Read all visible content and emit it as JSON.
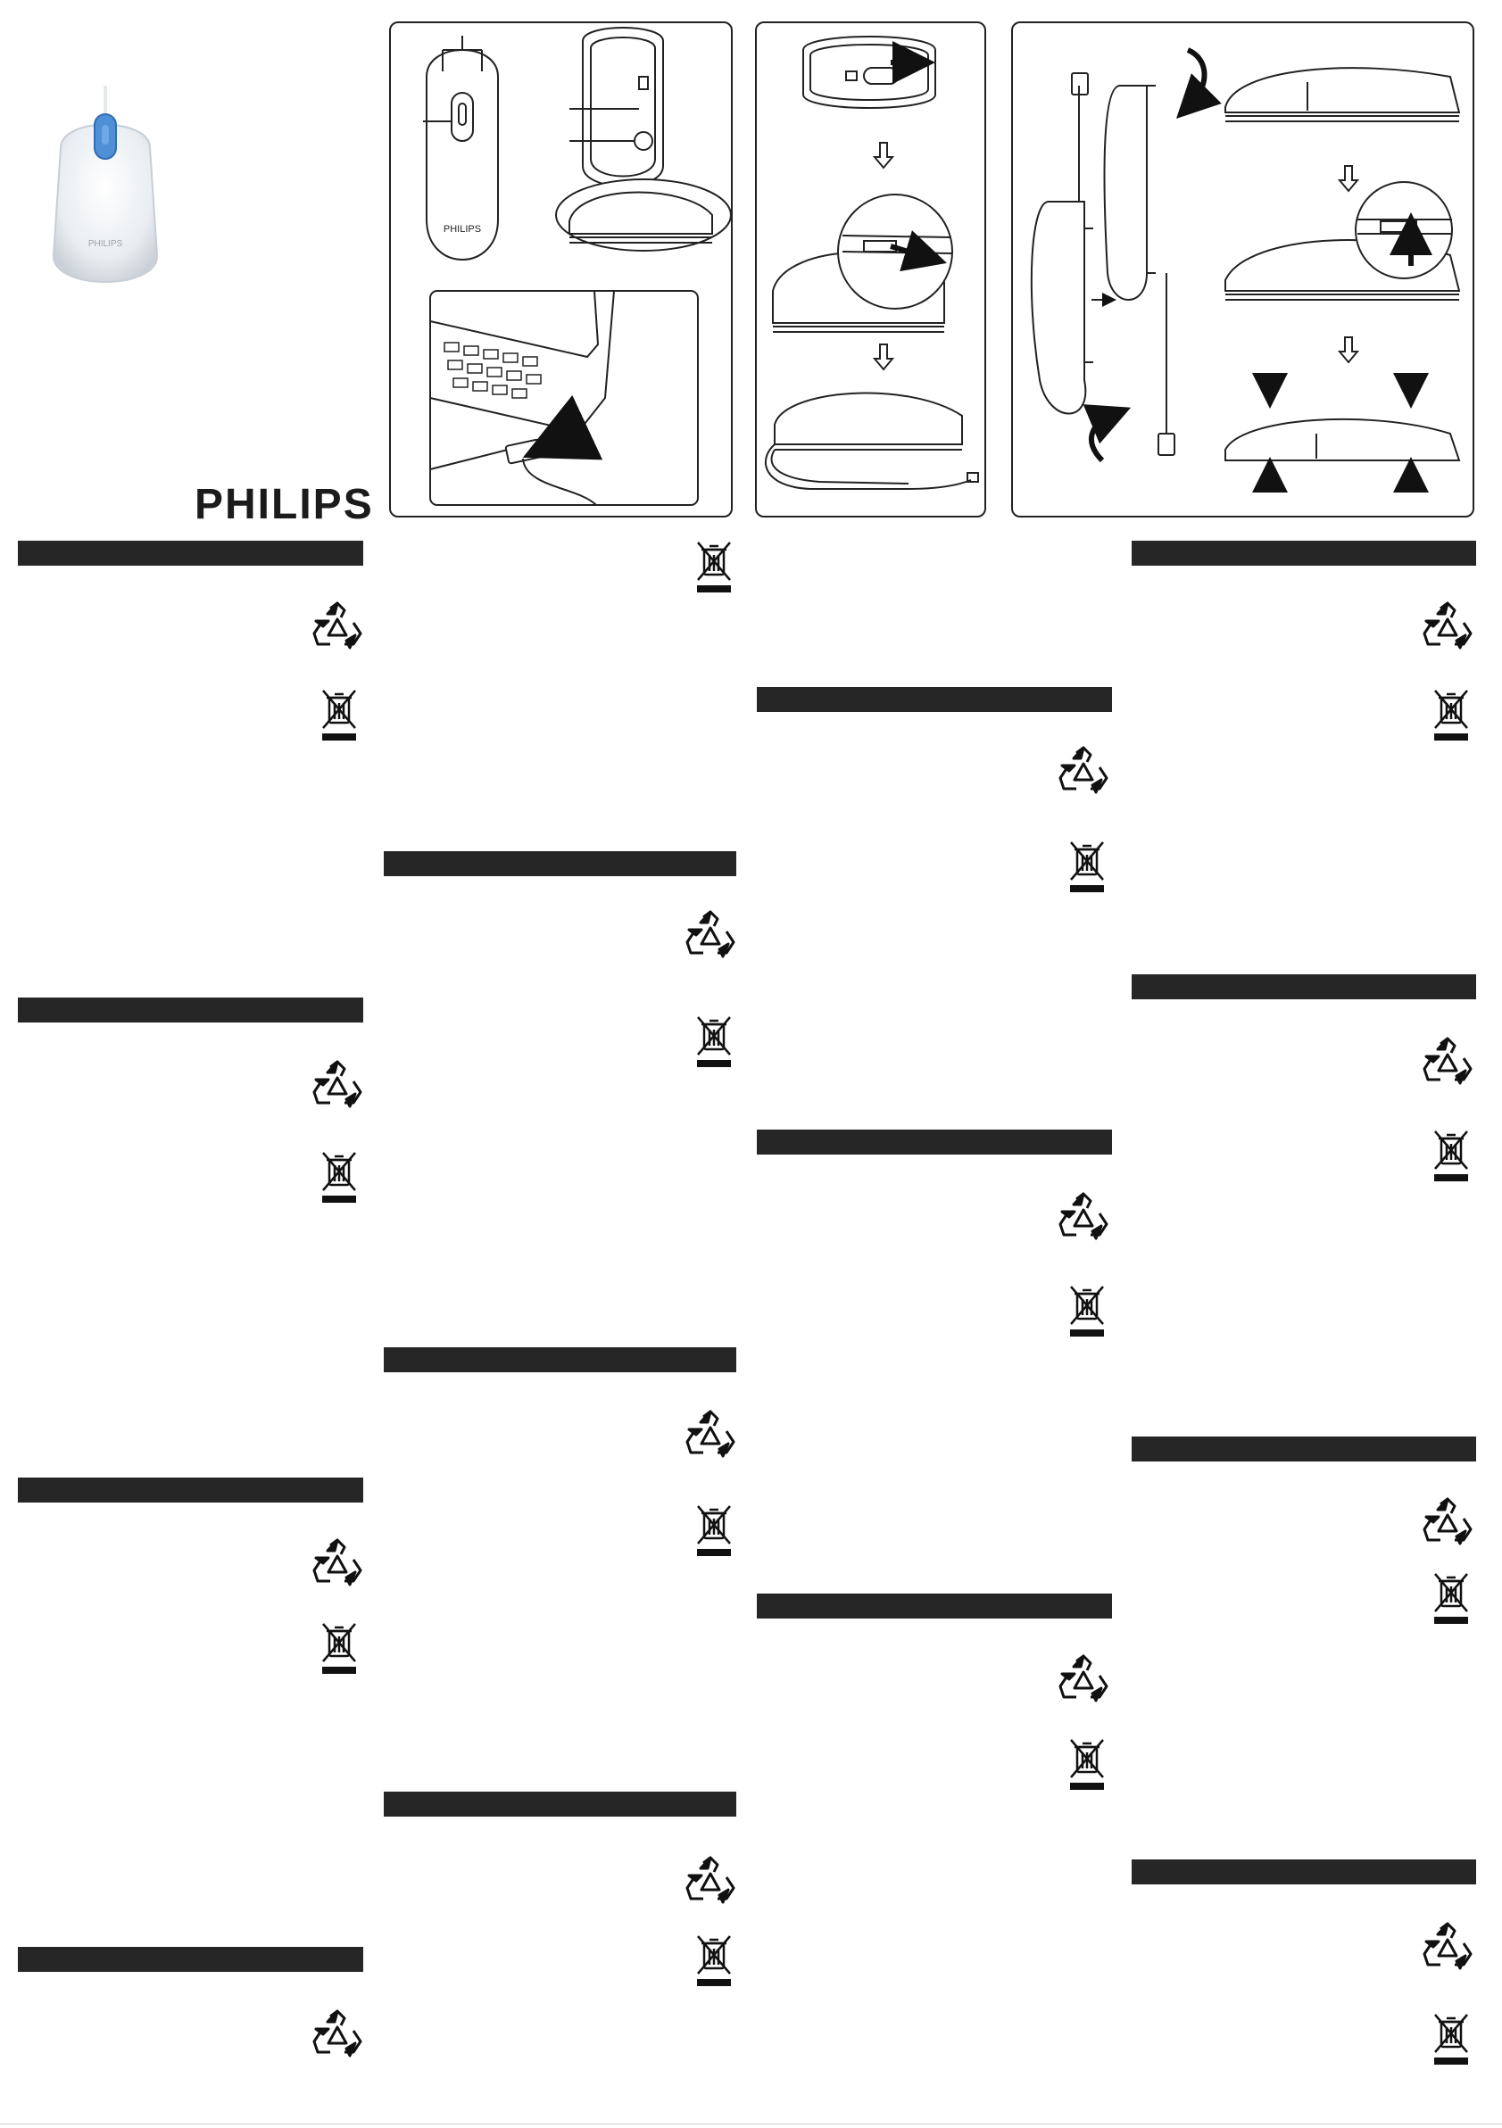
{
  "brand": {
    "name": "PHILIPS"
  },
  "product_photo": {
    "body_color": "#eef1f4",
    "wheel_color": "#4f8fd6"
  },
  "figures": {
    "figure_a": {
      "mouse_label": "PHILIPS"
    },
    "figure_b": {},
    "figure_c": {}
  },
  "sections": [
    {
      "column": 1,
      "icons": [
        "recycle-icon",
        "weee-bin-icon"
      ]
    },
    {
      "column": 1,
      "icons": [
        "recycle-icon",
        "weee-bin-icon"
      ]
    },
    {
      "column": 1,
      "icons": [
        "recycle-icon",
        "weee-bin-icon"
      ]
    },
    {
      "column": 1,
      "icons": [
        "recycle-icon"
      ]
    },
    {
      "column": 2,
      "icons": [
        "weee-bin-icon"
      ]
    },
    {
      "column": 2,
      "icons": [
        "recycle-icon",
        "weee-bin-icon"
      ]
    },
    {
      "column": 2,
      "icons": [
        "recycle-icon",
        "weee-bin-icon"
      ]
    },
    {
      "column": 2,
      "icons": [
        "recycle-icon",
        "weee-bin-icon"
      ]
    },
    {
      "column": 3,
      "icons": [
        "recycle-icon",
        "weee-bin-icon"
      ]
    },
    {
      "column": 3,
      "icons": [
        "recycle-icon",
        "weee-bin-icon"
      ]
    },
    {
      "column": 3,
      "icons": [
        "recycle-icon",
        "weee-bin-icon"
      ]
    },
    {
      "column": 4,
      "icons": [
        "recycle-icon",
        "weee-bin-icon"
      ]
    },
    {
      "column": 4,
      "icons": [
        "recycle-icon",
        "weee-bin-icon"
      ]
    },
    {
      "column": 4,
      "icons": [
        "recycle-icon",
        "weee-bin-icon"
      ]
    },
    {
      "column": 4,
      "icons": [
        "recycle-icon",
        "weee-bin-icon"
      ]
    }
  ]
}
